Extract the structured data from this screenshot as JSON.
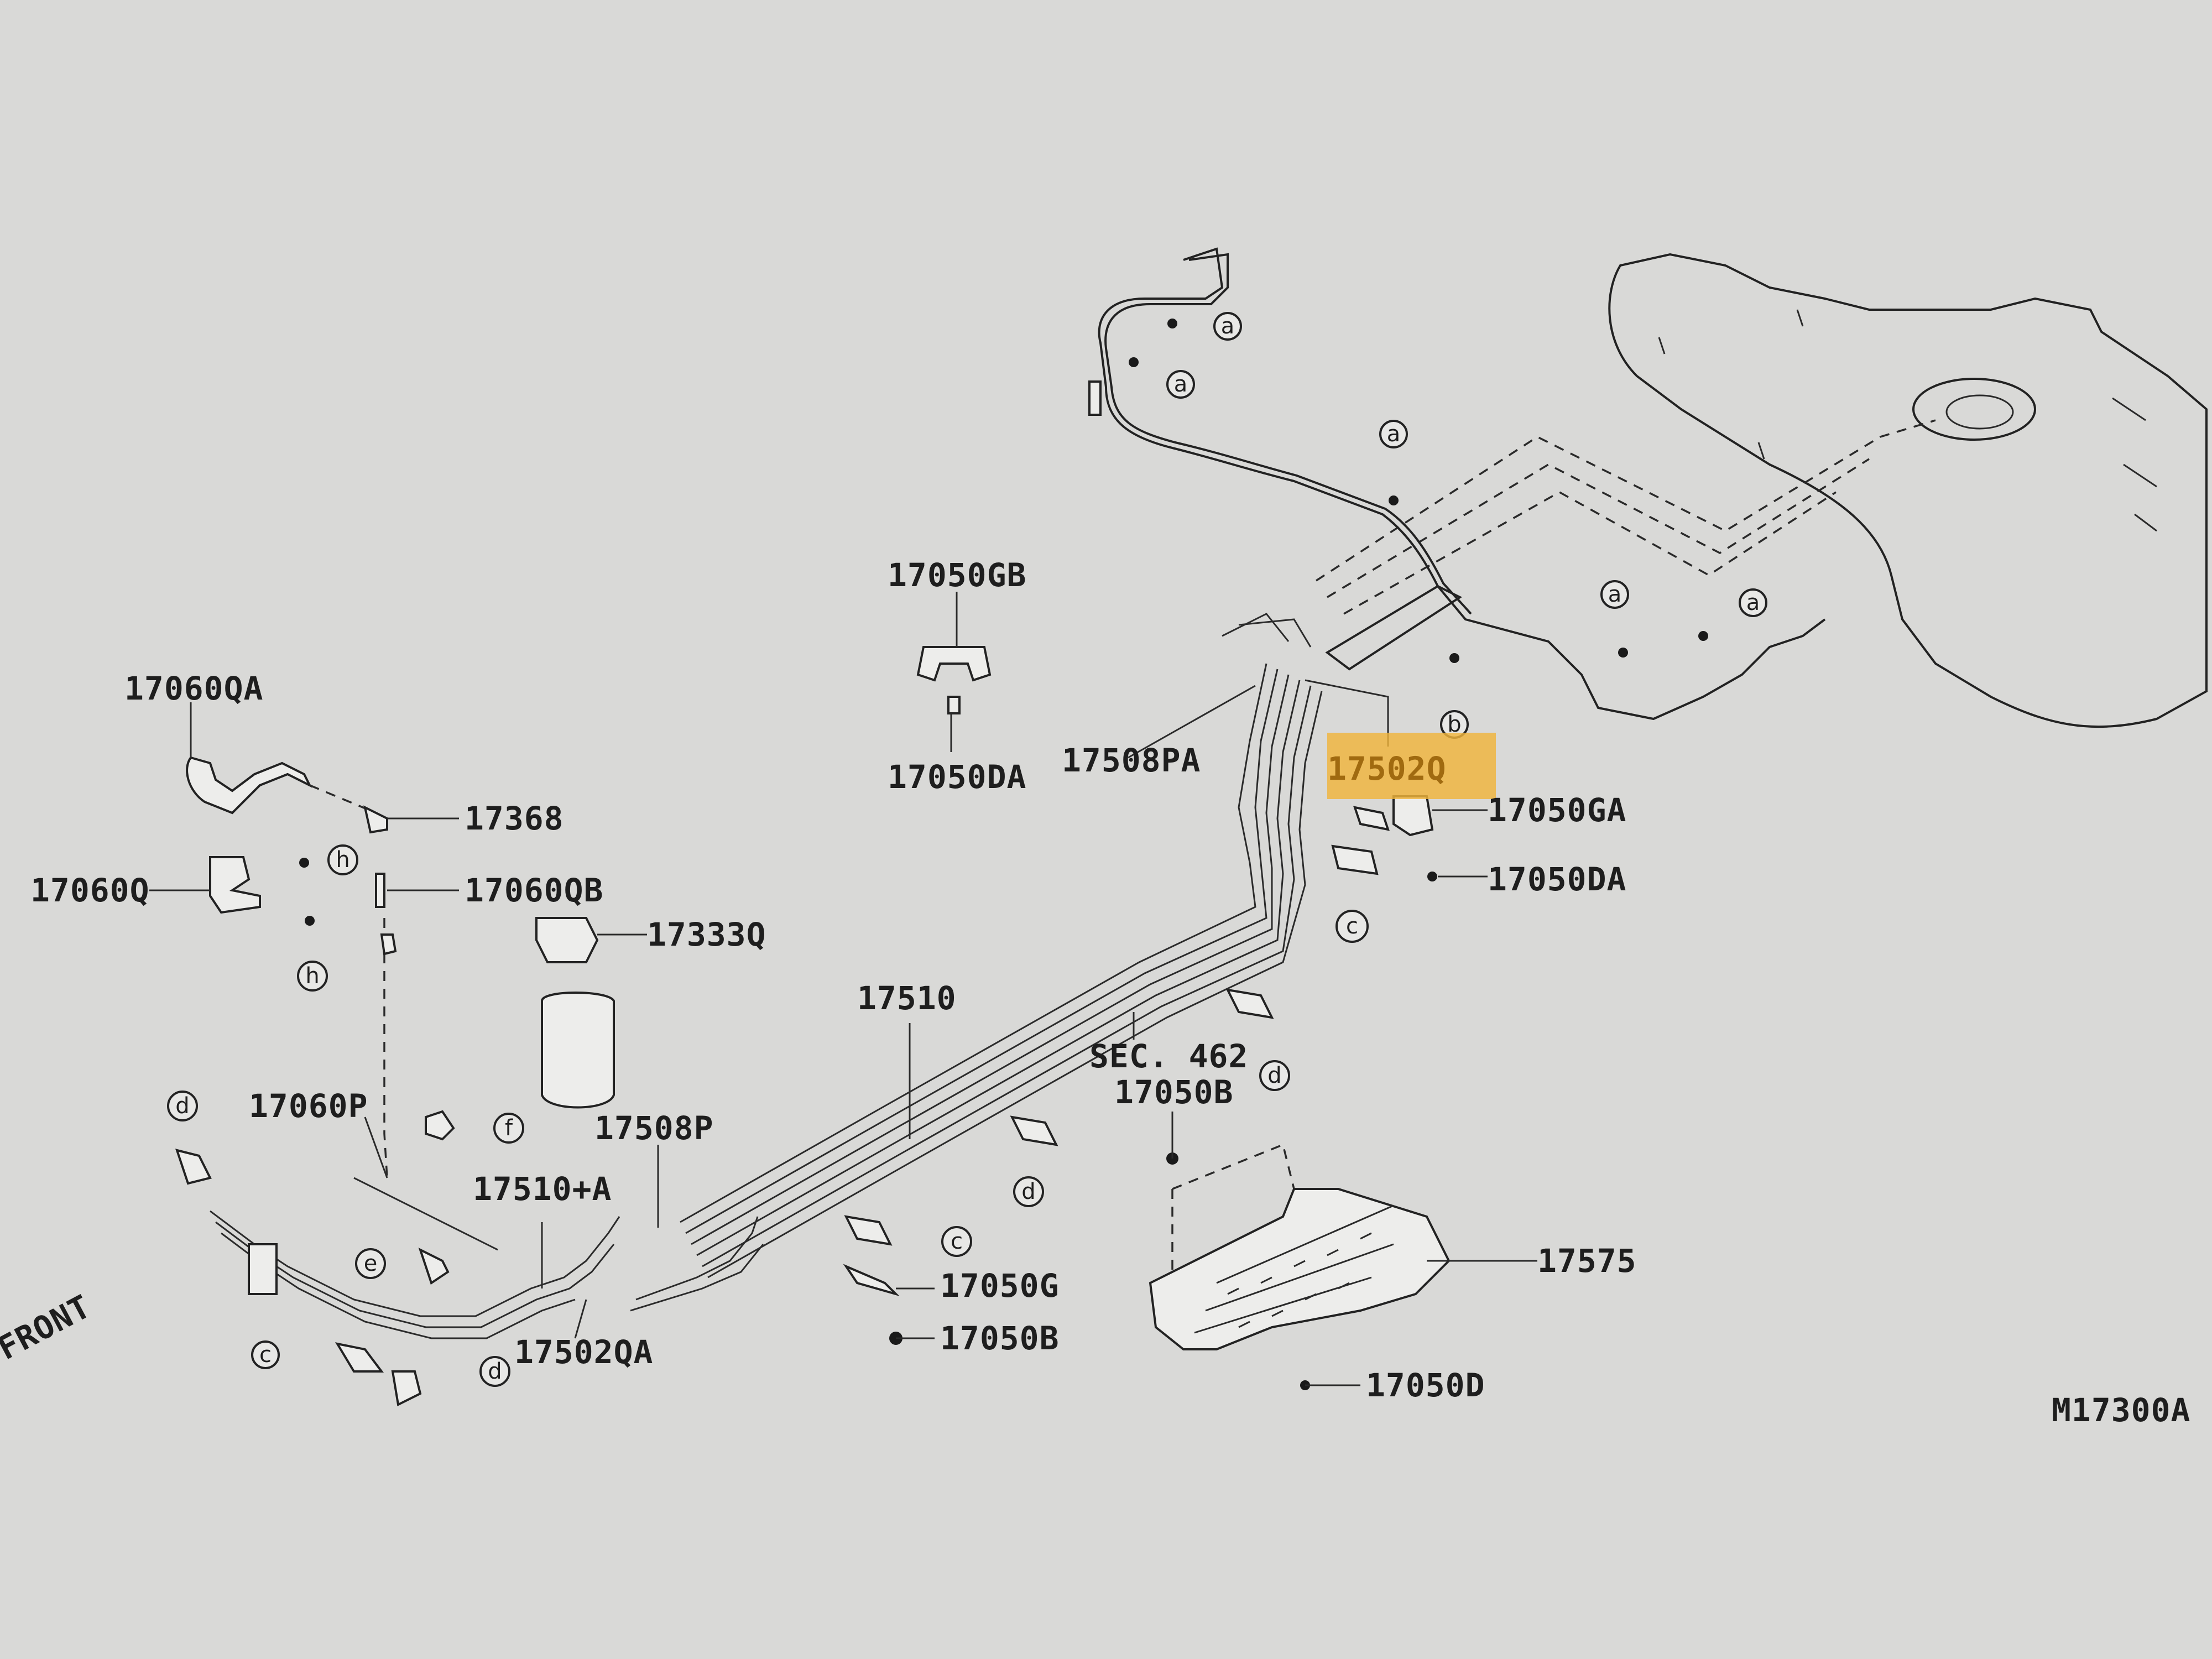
{
  "labels": {
    "l17060QA": "17060QA",
    "l17368": "17368",
    "l17060Q": "17060Q",
    "l17060QB": "17060QB",
    "l17333Q": "17333Q",
    "l17060P": "17060P",
    "l17508P": "17508P",
    "l17510A": "17510+A",
    "l17502QA": "17502QA",
    "l17510": "17510",
    "l17050GB": "17050GB",
    "l17050DA_left": "17050DA",
    "l17508PA": "17508PA",
    "l17502Q": "17502Q",
    "l17050GA": "17050GA",
    "l17050DA_right": "17050DA",
    "lSEC462": "SEC. 462",
    "l17050B_top": "17050B",
    "l17575": "17575",
    "l17050G": "17050G",
    "l17050B_bottom": "17050B",
    "l17050D": "17050D",
    "lFRONT": "FRONT",
    "lFigure": "M17300A"
  },
  "symbols": {
    "a": "a",
    "b": "b",
    "c": "c",
    "d": "d",
    "e": "e",
    "f": "f",
    "h": "h"
  },
  "colors": {
    "background": "#d9d9d7",
    "ink": "#1e1e1e",
    "highlight": "#f0b43c"
  }
}
